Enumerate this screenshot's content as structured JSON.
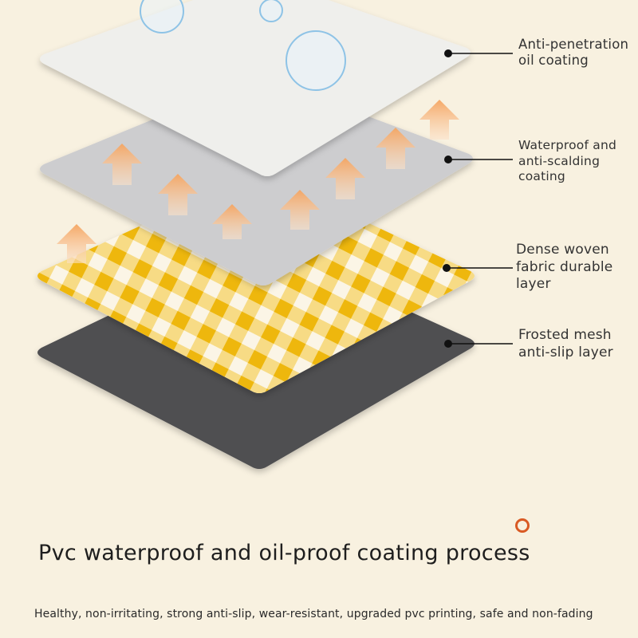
{
  "layers": [
    {
      "name": "Anti-penetration oil coating",
      "lines": [
        "Anti-penetration",
        "oil coating"
      ],
      "color": "#efefec"
    },
    {
      "name": "Waterproof and anti-scalding coating",
      "lines": [
        "Waterproof and",
        "anti-scalding",
        "coating"
      ],
      "color": "#cdcdcf"
    },
    {
      "name": "Dense woven fabric durable layer",
      "lines": [
        "Dense woven",
        "fabric durable",
        "layer"
      ],
      "color": "#f2c21b"
    },
    {
      "name": "Frosted mesh anti-slip layer",
      "lines": [
        "Frosted mesh",
        "anti-slip layer"
      ],
      "color": "#4f4f51"
    }
  ],
  "title": "Pvc waterproof and oil-proof coating process",
  "subtitle": "Healthy, non-irritating, strong anti-slip, wear-resistant, upgraded pvc printing, safe and non-fading",
  "colors": {
    "background": "#f8f1e0",
    "accent_ring": "#d95a24",
    "arrow": "#f5b27a"
  },
  "icons": [
    "water-droplet-icon",
    "heat-arrow-icon",
    "ring-icon"
  ]
}
